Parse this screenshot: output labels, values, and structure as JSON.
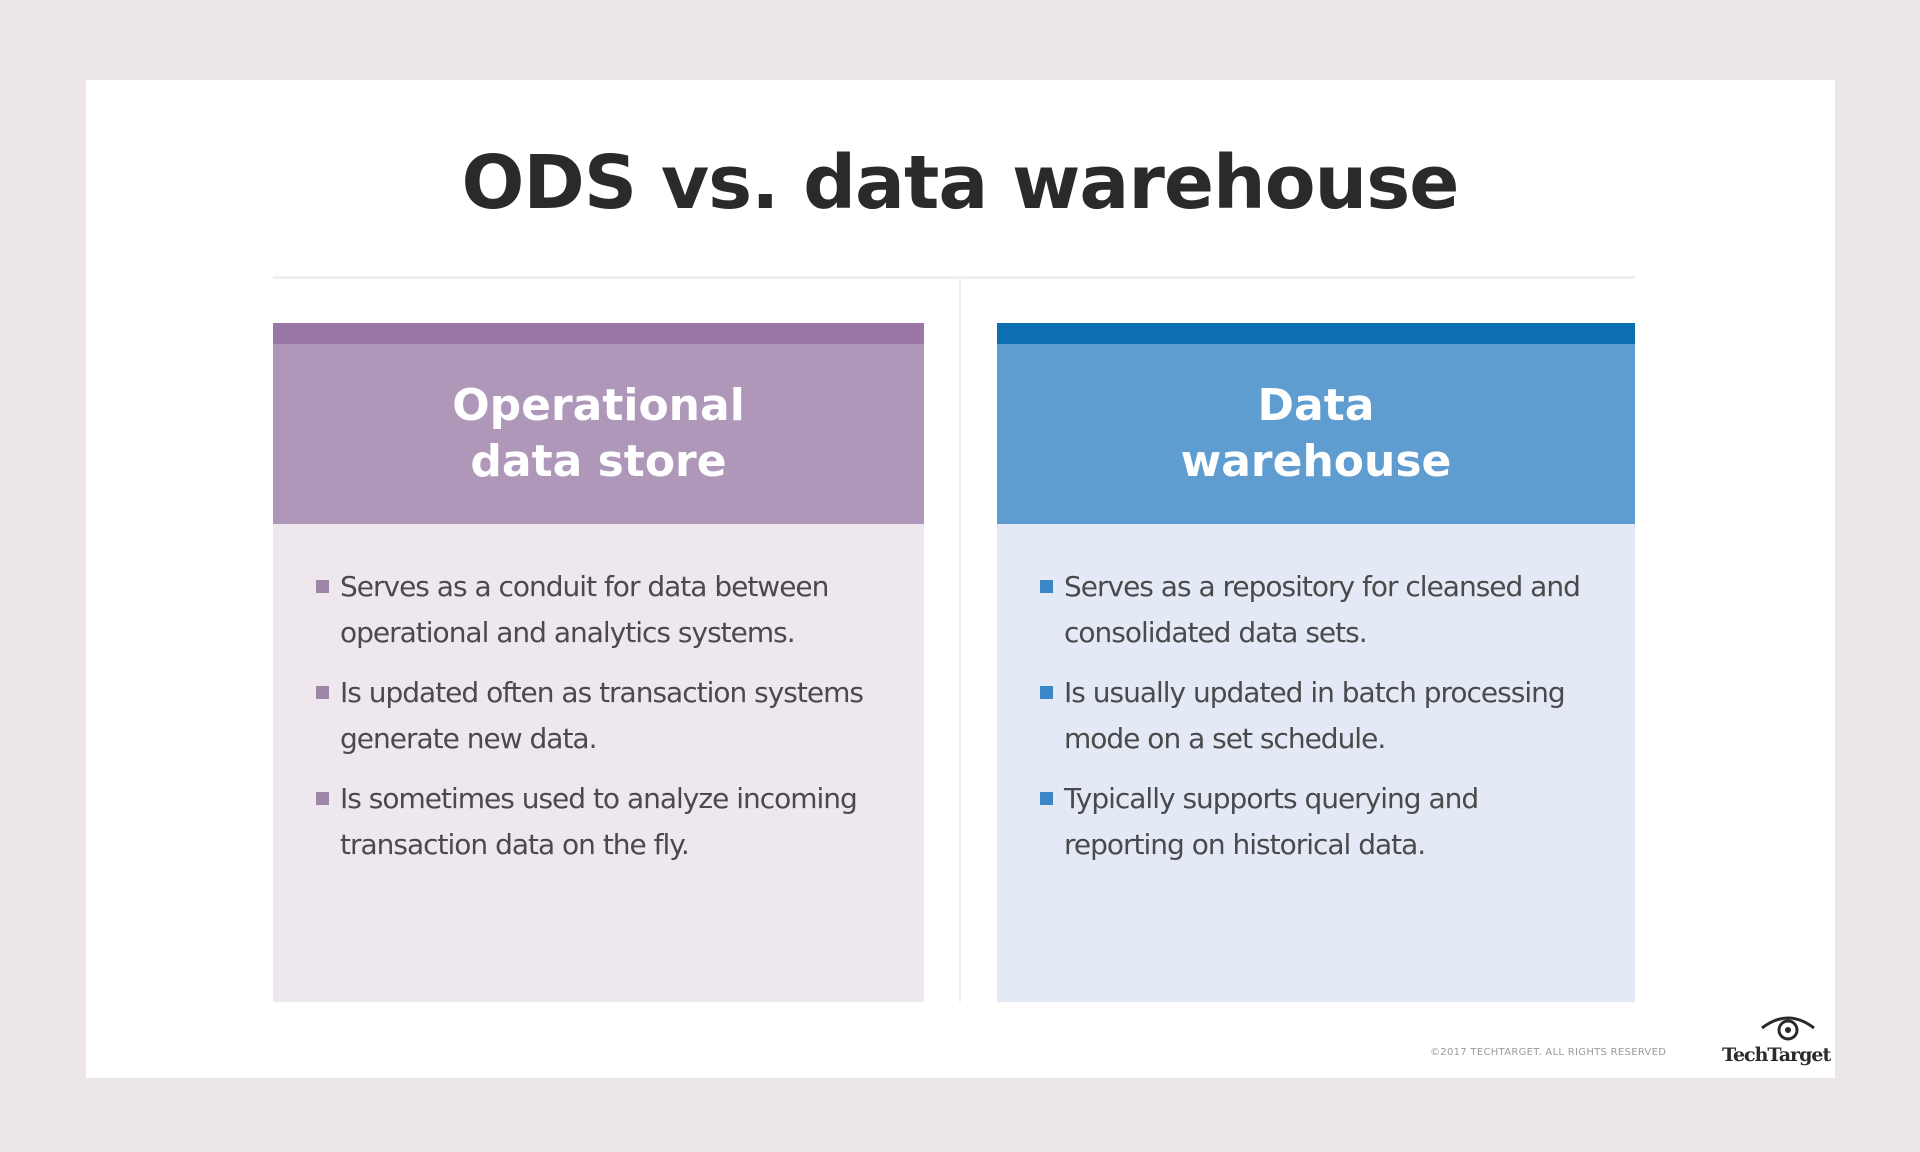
{
  "title": "ODS vs. data warehouse",
  "columns": [
    {
      "heading_line1": "Operational",
      "heading_line2": "data store",
      "accent_color": "#9a77a4",
      "header_color": "#ae97b8",
      "body_color": "#eee8ee",
      "bullets": [
        "Serves as a conduit for data between operational and analytics systems.",
        "Is updated often as transaction systems generate new data.",
        "Is sometimes used to analyze incoming transaction data on the fly."
      ]
    },
    {
      "heading_line1": "Data",
      "heading_line2": "warehouse",
      "accent_color": "#0d6fb0",
      "header_color": "#5f9dd1",
      "body_color": "#e3eaf5",
      "bullets": [
        "Serves as a repository for cleansed and consolidated data sets.",
        "Is usually updated in batch processing mode on a set schedule.",
        "Typically supports querying and reporting on historical data."
      ]
    }
  ],
  "footer": {
    "copyright": "©2017 TECHTARGET. ALL RIGHTS RESERVED",
    "logo_text": "TechTarget",
    "logo_icon": "eye-icon"
  }
}
